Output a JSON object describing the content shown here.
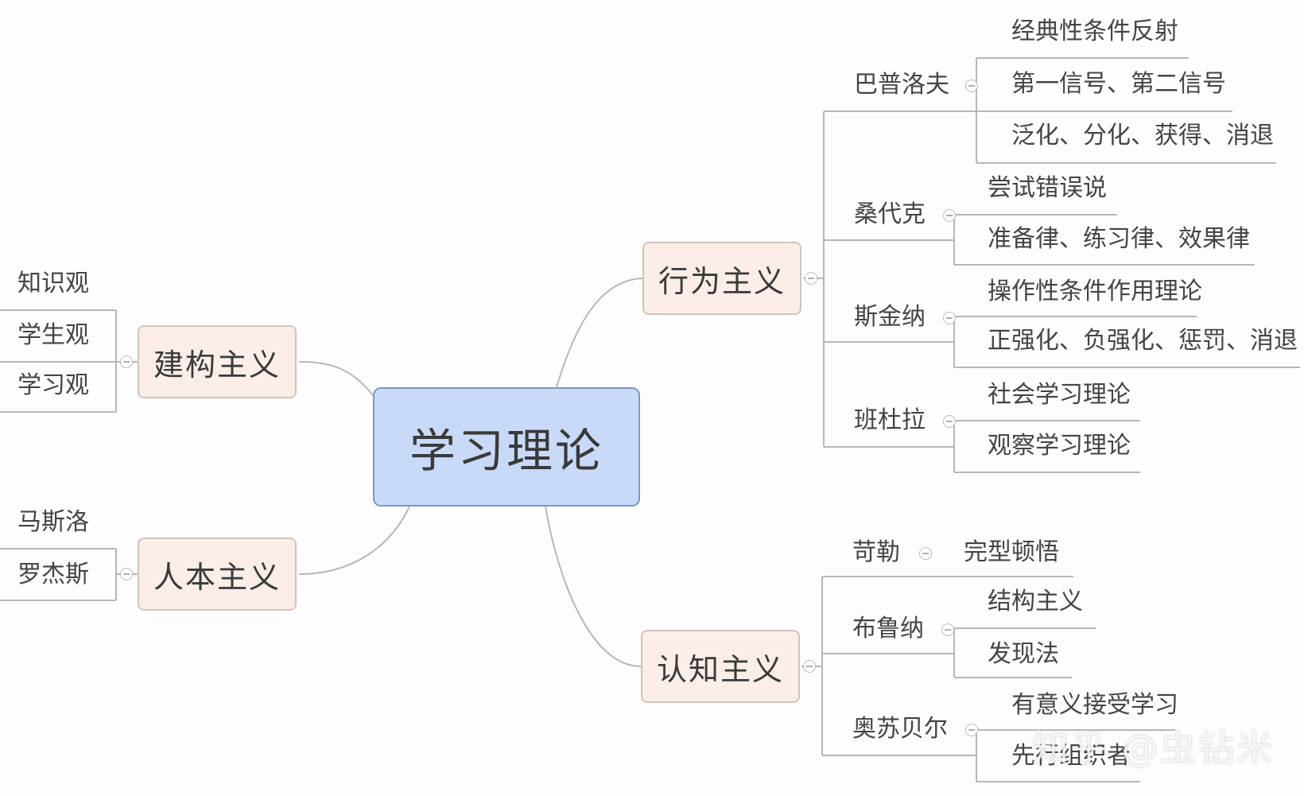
{
  "root": "学习理论",
  "branches": {
    "constructivism": {
      "label": "建构主义",
      "leaves": [
        "知识观",
        "学生观",
        "学习观"
      ]
    },
    "humanism": {
      "label": "人本主义",
      "leaves": [
        "马斯洛",
        "罗杰斯"
      ]
    },
    "behaviorism": {
      "label": "行为主义",
      "people": [
        {
          "name": "巴普洛夫",
          "leaves": [
            "经典性条件反射",
            "第一信号、第二信号",
            "泛化、分化、获得、消退"
          ]
        },
        {
          "name": "桑代克",
          "leaves": [
            "尝试错误说",
            "准备律、练习律、效果律"
          ]
        },
        {
          "name": "斯金纳",
          "leaves": [
            "操作性条件作用理论",
            "正强化、负强化、惩罚、消退"
          ]
        },
        {
          "name": "班杜拉",
          "leaves": [
            "社会学习理论",
            "观察学习理论"
          ]
        }
      ]
    },
    "cognitivism": {
      "label": "认知主义",
      "people": [
        {
          "name": "苛勒",
          "leaves": [
            "完型顿悟"
          ]
        },
        {
          "name": "布鲁纳",
          "leaves": [
            "结构主义",
            "发现法"
          ]
        },
        {
          "name": "奥苏贝尔",
          "leaves": [
            "有意义接受学习",
            "先行组织者"
          ]
        }
      ]
    }
  },
  "watermark": "知乎 @虫钻米"
}
